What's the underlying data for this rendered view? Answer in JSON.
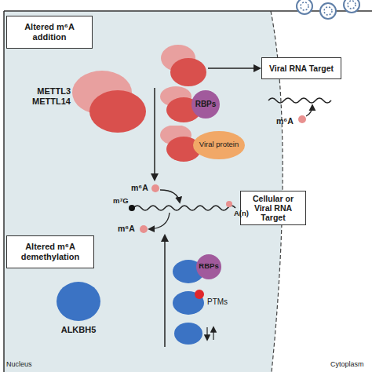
{
  "diagram": {
    "nodes": [
      {
        "text": [
          "Altered m⁶A addition"
        ]
      },
      {
        "text": [
          "METTL3 METTL14"
        ]
      },
      {
        "text": [
          "RBPs"
        ]
      },
      {
        "text": [
          "Viral protein"
        ]
      },
      {
        "text": [
          "Viral RNA Target"
        ]
      },
      {
        "text": [
          "Cellular or Viral RNA Target"
        ]
      },
      {
        "text": [
          "Altered m⁶A demethylation"
        ]
      },
      {
        "text": [
          "ALKBH5"
        ]
      },
      {
        "text": [
          "RBPs"
        ]
      },
      {
        "text": [
          "PTMs"
        ]
      }
    ],
    "labels": [
      "m⁶A",
      "m⁶A",
      "m⁷G",
      "A(n)",
      "m⁶A",
      "Nucleus",
      "Cytoplasm"
    ]
  }
}
